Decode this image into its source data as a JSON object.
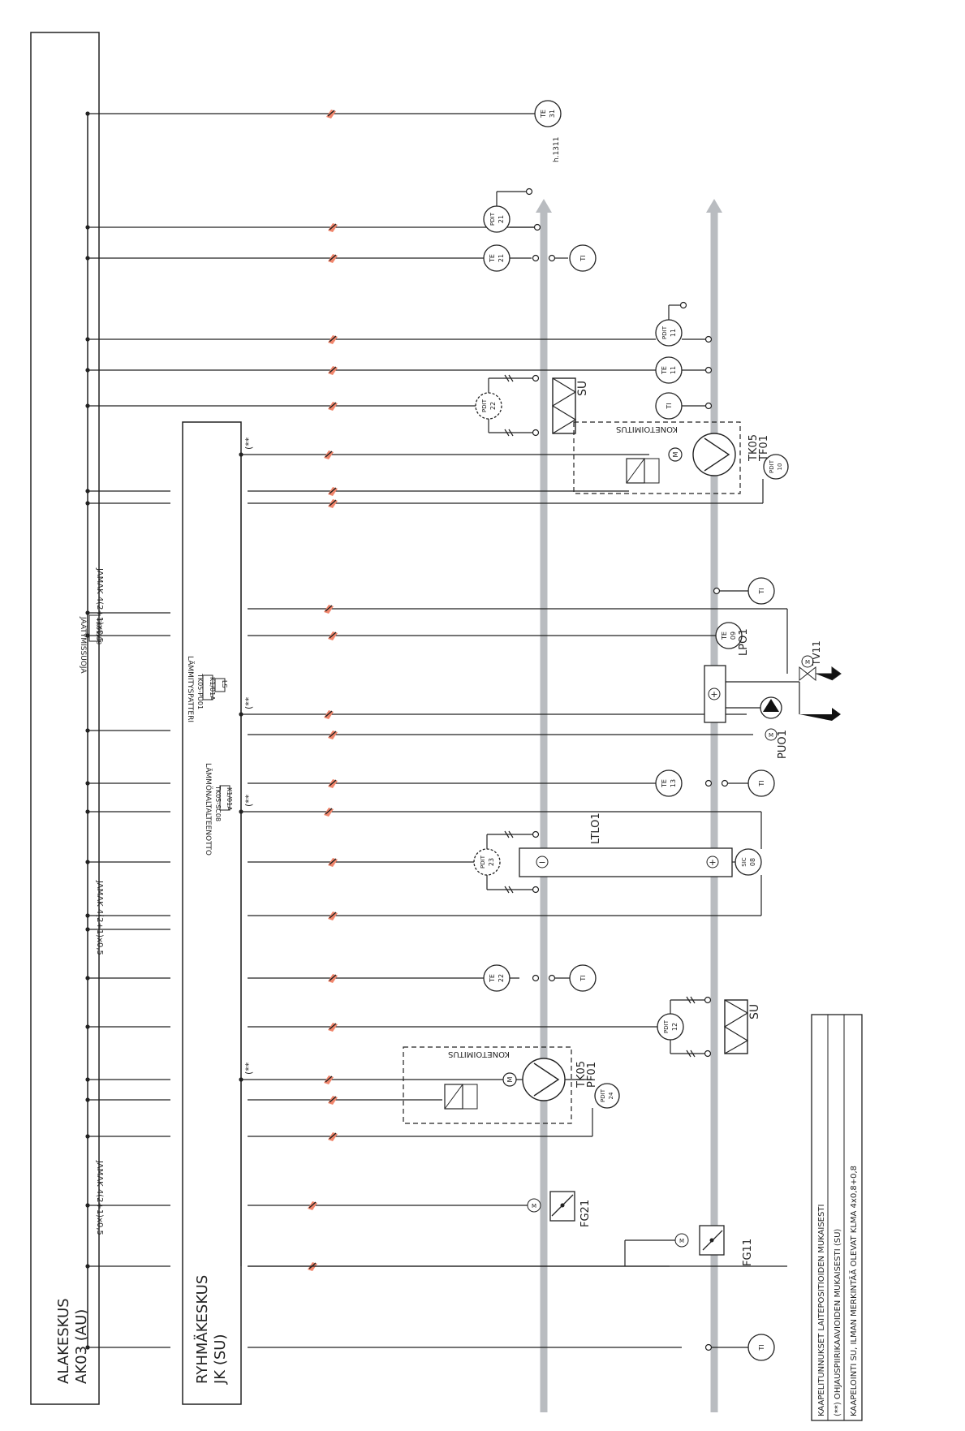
{
  "panels": {
    "alakeskus": {
      "name": "ALAKESKUS",
      "code": "AK03 (AU)"
    },
    "ryhmakeskus": {
      "name": "RYHMÄKESKUS",
      "code": "JK (SU)"
    }
  },
  "cable_labels": {
    "jamak_1": "JAMAK 4(2+1)x0,5",
    "jamak_2": "JAMAK 4(2+1)x0,5",
    "jamak_3": "JAMAK 4(2+1)x0,5"
  },
  "panel_notes": {
    "jaatymissuojaus": {
      "title": "JÄÄTYMISSUOJA",
      "box": "TK01/09"
    },
    "lammityspatteri": {
      "title": "LÄMMITYSPATTERI",
      "sub": "TK05-PU01",
      "box1": "K1/01A",
      "box2": "LS"
    },
    "lammonaltalteenotto": {
      "title": "LÄMMÖNALTALTEENOTTO",
      "sub": "TK05-SC08",
      "box": "K1/01A"
    }
  },
  "instruments": [
    {
      "id": "te31",
      "l1": "TE",
      "l2": "31"
    },
    {
      "id": "pdit21",
      "l1": "PDIT",
      "l2": "21"
    },
    {
      "id": "te21",
      "l1": "TE",
      "l2": "21"
    },
    {
      "id": "pdit11",
      "l1": "PDIT",
      "l2": "11"
    },
    {
      "id": "te11",
      "l1": "TE",
      "l2": "11"
    },
    {
      "id": "pdit22",
      "l1": "PDIT",
      "l2": "22"
    },
    {
      "id": "pdit10",
      "l1": "PDIT",
      "l2": "10"
    },
    {
      "id": "te09",
      "l1": "TE",
      "l2": "09"
    },
    {
      "id": "te13",
      "l1": "TE",
      "l2": "13"
    },
    {
      "id": "pdit23",
      "l1": "PDIT",
      "l2": "23"
    },
    {
      "id": "sic08",
      "l1": "SIC",
      "l2": "08"
    },
    {
      "id": "te22",
      "l1": "TE",
      "l2": "22"
    },
    {
      "id": "pdit12",
      "l1": "PDIT",
      "l2": "12"
    },
    {
      "id": "pdit24",
      "l1": "PDIT",
      "l2": "24"
    }
  ],
  "ti_label": "TI",
  "equipment": {
    "tk05_tf01": {
      "l1": "TK05",
      "l2": "TF01"
    },
    "tk05_pf01": {
      "l1": "TK05",
      "l2": "PF01"
    },
    "konetoimitus_1": "KONETOIMITUS",
    "konetoimitus_2": "KONETOIMITUS",
    "su_1": "SU",
    "su_2": "SU",
    "lpo1": "LPO1",
    "puo1": "PUO1",
    "tv11": "TV11",
    "ltlo1": "LTLO1",
    "fg21": "FG21",
    "fg11": "FG11",
    "h1311": "h.1311"
  },
  "legend": [
    "KAAPELITUNNUKSET LAITEPOSITIOIDEN MUKAISESTI",
    "(**) OHJAUSPIIRIKAAVIOIDEN MUKAISESTI (SU)",
    "KAAPELOINTI SU, ILMAN MERKINTÄÄ OLEVAT KLMA 4x0,8+0,8"
  ],
  "colors": {
    "line": "#1a1a1a",
    "duct": "#b9bcc0",
    "mark": "#e8573c"
  }
}
